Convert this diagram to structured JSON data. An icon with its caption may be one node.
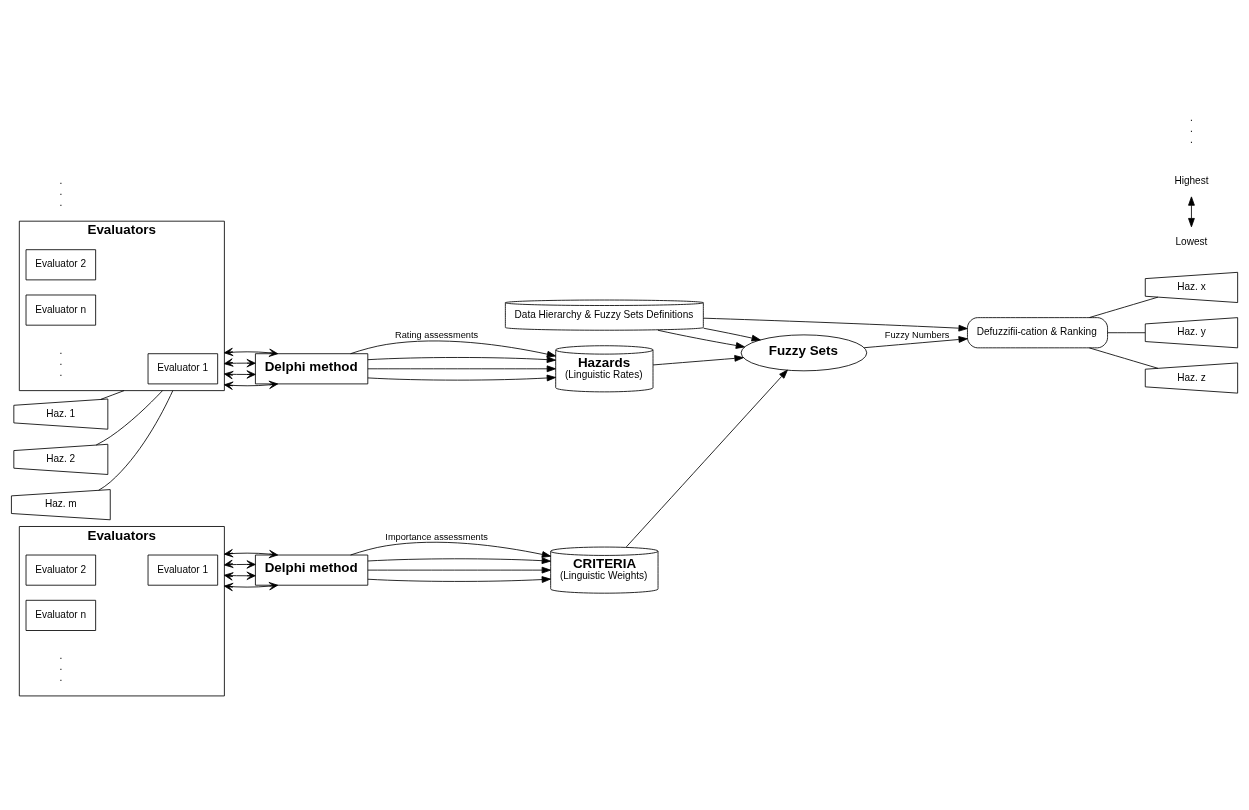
{
  "diagram": {
    "nodes": [
      {
        "text": [
          "Evaluators"
        ]
      },
      {
        "text": [
          "Evaluator 1"
        ],
        "in": 0
      },
      {
        "text": [
          "Evaluator 2"
        ],
        "in": 0
      },
      {
        "text": [
          "Evaluator n"
        ],
        "in": 0
      },
      {
        "text": [
          "Delphi method"
        ]
      },
      {
        "text": [
          "CRITERIA",
          "(Linguistic Weights)"
        ]
      },
      {
        "text": [
          "Data Hierarchy & Fuzzy Sets Definitions"
        ]
      },
      {
        "text": [
          "Fuzzy Sets"
        ]
      },
      {
        "text": [
          "Defuzzifii-cation & Ranking"
        ]
      },
      {
        "text": [
          "Haz. 1"
        ]
      },
      {
        "text": [
          "Haz. 2"
        ]
      },
      {
        "text": [
          "Haz. m"
        ]
      },
      {
        "text": [
          "Evaluators"
        ]
      },
      {
        "text": [
          "Evaluator 1"
        ],
        "in": 12
      },
      {
        "text": [
          "Evaluator 2"
        ],
        "in": 12
      },
      {
        "text": [
          "Evaluator n"
        ],
        "in": 12
      },
      {
        "text": [
          "Delphi method"
        ]
      },
      {
        "text": [
          "Hazards",
          "(Linguistic Rates)"
        ]
      },
      {
        "text": [
          "Haz. x"
        ]
      },
      {
        "text": [
          "Haz. y"
        ]
      },
      {
        "text": [
          "Haz. z"
        ]
      }
    ],
    "edges": [
      {
        "from": 0,
        "to": 4,
        "arrow": "both"
      },
      {
        "from": 0,
        "to": 4,
        "arrow": "both"
      },
      {
        "from": 0,
        "to": 4,
        "arrow": "both"
      },
      {
        "from": 0,
        "to": 4,
        "arrow": "both"
      },
      {
        "from": 4,
        "to": 5,
        "arrow": "to",
        "label": "Importance assessments"
      },
      {
        "from": 4,
        "to": 5,
        "arrow": "to"
      },
      {
        "from": 4,
        "to": 5,
        "arrow": "to"
      },
      {
        "from": 4,
        "to": 5,
        "arrow": "to"
      },
      {
        "from": 5,
        "to": 7,
        "arrow": "to"
      },
      {
        "from": 6,
        "to": 7,
        "arrow": "to"
      },
      {
        "from": 6,
        "to": 8,
        "arrow": "to"
      },
      {
        "from": 6,
        "to": 7,
        "arrow": "to"
      },
      {
        "from": 17,
        "to": 7,
        "arrow": "to"
      },
      {
        "from": 7,
        "to": 8,
        "arrow": "to",
        "label": "Fuzzy Numbers"
      },
      {
        "from": 8,
        "to": 18,
        "arrow": "none"
      },
      {
        "from": 8,
        "to": 19,
        "arrow": "none"
      },
      {
        "from": 8,
        "to": 20,
        "arrow": "none"
      },
      {
        "from": 9,
        "to": 12,
        "arrow": "none"
      },
      {
        "from": 10,
        "to": 12,
        "arrow": "none"
      },
      {
        "from": 11,
        "to": 12,
        "arrow": "none"
      },
      {
        "from": 12,
        "to": 16,
        "arrow": "both"
      },
      {
        "from": 12,
        "to": 16,
        "arrow": "both"
      },
      {
        "from": 12,
        "to": 16,
        "arrow": "both"
      },
      {
        "from": 12,
        "to": 16,
        "arrow": "both"
      },
      {
        "from": 16,
        "to": 17,
        "arrow": "to",
        "label": "Rating assessments"
      },
      {
        "from": 16,
        "to": 17,
        "arrow": "to"
      },
      {
        "from": 16,
        "to": 17,
        "arrow": "to"
      },
      {
        "from": 16,
        "to": 17,
        "arrow": "to"
      }
    ],
    "labels": [
      ". . .",
      ". . .",
      ". . .",
      "Highest",
      ". . .",
      "Lowest"
    ]
  }
}
